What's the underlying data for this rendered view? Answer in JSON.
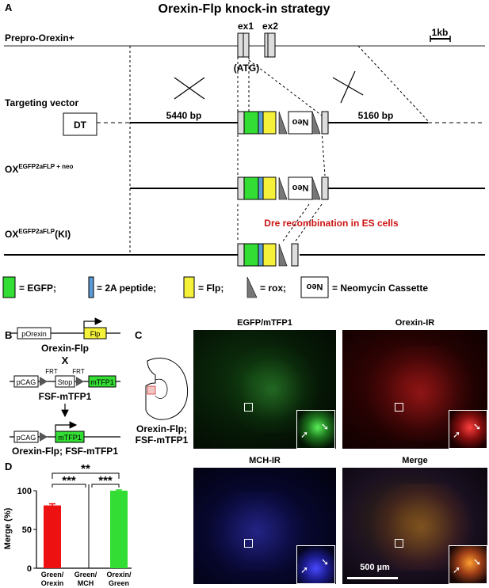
{
  "panel_a": {
    "letter": "A",
    "title": "Orexin-Flp knock-in strategy",
    "rows": {
      "prepro": "Prepro-Orexin+",
      "targeting": "Targeting vector",
      "ox_neo_base": "OX",
      "ox_neo_sup": "EGFP2aFLP + neo",
      "ox_ki_base": "OX",
      "ox_ki_sup": "EGFP2aFLP",
      "ox_ki_suffix": "(KI)"
    },
    "exon1": "ex1",
    "exon2": "ex2",
    "atg": "(ATG)",
    "scale": "1kb",
    "dt": "DT",
    "left_arm": "5440 bp",
    "right_arm": "5160 bp",
    "neo": "Neo",
    "dre": "Dre recombination in ES cells",
    "legend": {
      "egfp": "= EGFP;",
      "peptide": "= 2A peptide;",
      "flp": "= Flp;",
      "rox": "= rox;",
      "neo": "= Neomycin Cassette"
    },
    "colors": {
      "egfp": "#33dd33",
      "peptide": "#5b9bd5",
      "flp": "#f5f03a",
      "dre": "#cc1111"
    }
  },
  "panel_b": {
    "letter": "B",
    "porexin": "pOrexin",
    "flp": "Flp",
    "orexin_flp": "Orexin-Flp",
    "cross": "X",
    "frt1": "FRT",
    "frt2": "FRT",
    "pcag": "pCAG",
    "stop": "Stop",
    "mtfp1": "mTFP1",
    "fsf": "FSF-mTFP1",
    "pcag2": "pCAG",
    "mtfp1b": "mTFP1",
    "result": "Orexin-Flp; FSF-mTFP1"
  },
  "panel_c": {
    "letter": "C",
    "brain_label_1": "Orexin-Flp;",
    "brain_label_2": "FSF-mTFP1",
    "panels": [
      "EGFP/mTFP1",
      "Orexin-IR",
      "MCH-IR",
      "Merge"
    ],
    "scalebar": "500 µm"
  },
  "panel_d": {
    "letter": "D",
    "sig_top": "**",
    "sig_left": "***",
    "sig_right": "***",
    "ylabel": "Merge (%)",
    "yticks": [
      "0",
      "50",
      "100"
    ],
    "cat1a": "Green/",
    "cat1b": "Orexin",
    "cat2a": "Green/",
    "cat2b": "MCH",
    "cat3a": "Orexin/",
    "cat3b": "Green"
  },
  "chart_data": {
    "type": "bar",
    "categories": [
      "Green/ Orexin",
      "Green/ MCH",
      "Orexin/ Green"
    ],
    "values": [
      81,
      0,
      100
    ],
    "errors": [
      2,
      0,
      1
    ],
    "colors": [
      "#ee1111",
      "#888888",
      "#33dd33"
    ],
    "ylabel": "Merge (%)",
    "ylim": [
      0,
      100
    ],
    "yticks": [
      0,
      50,
      100
    ],
    "significance": [
      {
        "pair": [
          "Green/ Orexin",
          "Orexin/ Green"
        ],
        "label": "**"
      },
      {
        "pair": [
          "Green/ Orexin",
          "Green/ MCH"
        ],
        "label": "***"
      },
      {
        "pair": [
          "Green/ MCH",
          "Orexin/ Green"
        ],
        "label": "***"
      }
    ]
  }
}
